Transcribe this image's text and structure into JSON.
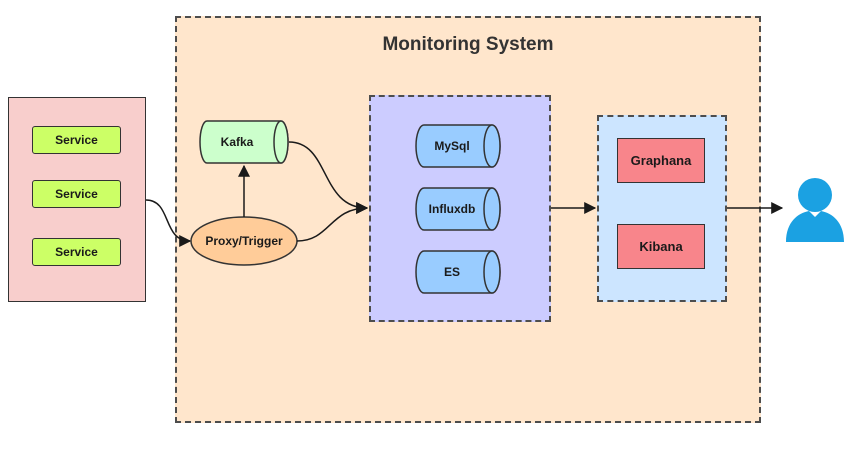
{
  "diagram": {
    "title": "Monitoring System",
    "services": [
      "Service",
      "Service",
      "Service"
    ],
    "proxy": "Proxy/Trigger",
    "queue": "Kafka",
    "databases": [
      "MySql",
      "Influxdb",
      "ES"
    ],
    "visualizations": [
      "Graphana",
      "Kibana"
    ],
    "end_user_icon": "user-icon"
  },
  "colors": {
    "system_bg": "#ffe6cc",
    "services_bg": "#f8cecc",
    "service_fill": "#ccff66",
    "proxy_fill": "#ffcc99",
    "kafka_fill": "#ccffcc",
    "storage_bg": "#ccccff",
    "db_fill": "#99ccff",
    "viz_bg": "#cce5ff",
    "viz_fill": "#f8858b",
    "user_icon": "#1ba1e2"
  }
}
